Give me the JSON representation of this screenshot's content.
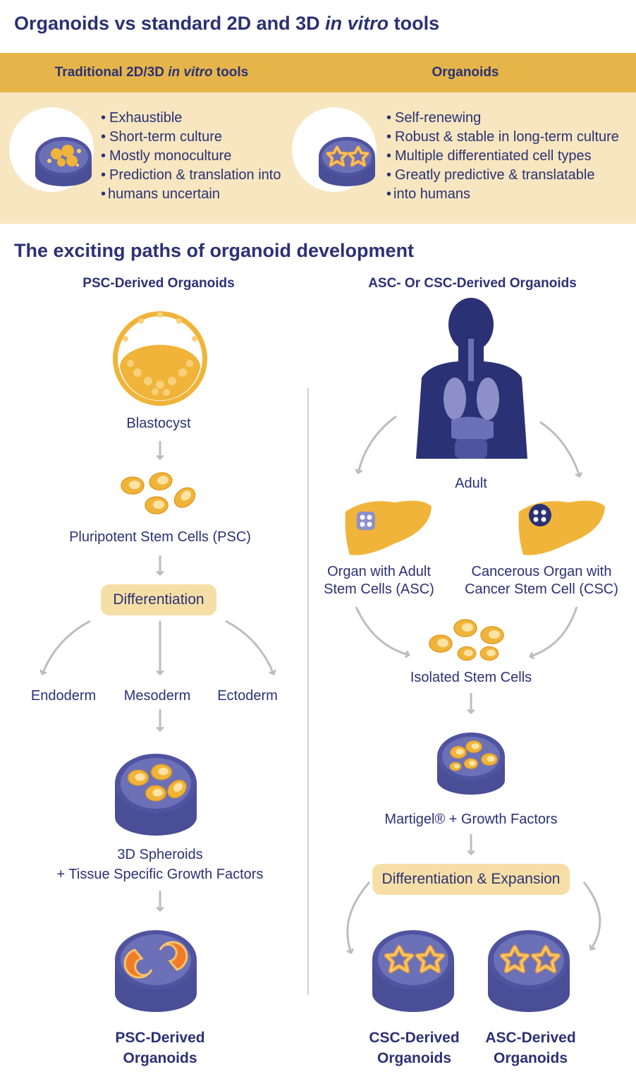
{
  "comparison": {
    "title_prefix": "Organoids vs standard 2D and 3D ",
    "title_italic": "in vitro",
    "title_suffix": " tools",
    "traditional": {
      "header_prefix": "Traditional 2D/3D ",
      "header_italic": "in vitro",
      "header_suffix": " tools",
      "bullets": [
        "Exhaustible",
        "Short-term culture",
        "Mostly monoculture",
        "Prediction & translation into",
        "humans uncertain"
      ]
    },
    "organoids": {
      "header": "Organoids",
      "bullets": [
        "Self-renewing",
        "Robust & stable in long-term culture",
        "Multiple differentiated cell types",
        "Greatly predictive & translatable",
        "into humans"
      ]
    }
  },
  "paths": {
    "title": "The exciting paths of organoid development",
    "psc": {
      "heading": "PSC-Derived Organoids",
      "blastocyst": "Blastocyst",
      "stem_cells": "Pluripotent Stem Cells (PSC)",
      "differentiation": "Differentiation",
      "endoderm": "Endoderm",
      "mesoderm": "Mesoderm",
      "ectoderm": "Ectoderm",
      "spheroids_line1": "3D Spheroids",
      "spheroids_line2": "+ Tissue Specific Growth Factors",
      "result_line1": "PSC-Derived",
      "result_line2": "Organoids"
    },
    "asc": {
      "heading": "ASC- Or CSC-Derived Organoids",
      "adult": "Adult",
      "organ_asc_line1": "Organ with Adult",
      "organ_asc_line2": "Stem Cells (ASC)",
      "organ_csc_line1": "Cancerous Organ with",
      "organ_csc_line2": "Cancer Stem Cell (CSC)",
      "isolated": "Isolated Stem Cells",
      "martigel": "Martigel® + Growth Factors",
      "diff_expansion": "Differentiation & Expansion",
      "csc_result_line1": "CSC-Derived",
      "csc_result_line2": "Organoids",
      "asc_result_line1": "ASC-Derived",
      "asc_result_line2": "Organoids"
    }
  },
  "colors": {
    "navy": "#2b3175",
    "gold_band": "#e6b54a",
    "cream_band": "#f7e6bf",
    "pill": "#f6dfa6",
    "dish": "#5b5fa8",
    "cell": "#f0b43a",
    "arrow": "#bdbdbd"
  }
}
